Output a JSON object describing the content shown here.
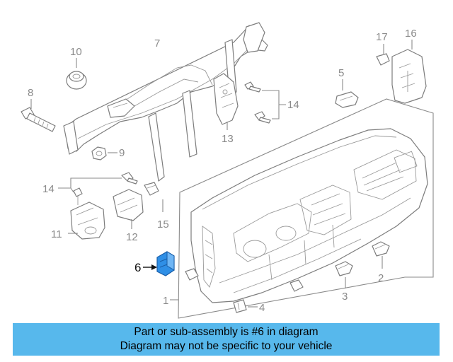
{
  "diagram": {
    "callouts": {
      "c1": "1",
      "c2": "2",
      "c3": "3",
      "c4": "4",
      "c5": "5",
      "c6": "6",
      "c7": "7",
      "c8": "8",
      "c9": "9",
      "c10": "10",
      "c11": "11",
      "c12": "12",
      "c13": "13",
      "c14a": "14",
      "c14b": "14",
      "c15": "15",
      "c16": "16",
      "c17": "17"
    },
    "highlighted_part": "6",
    "highlight_color": "#2f8fe6",
    "line_color": "#8a8a8a"
  },
  "banner": {
    "line1": "Part or sub-assembly is #6 in diagram",
    "line2": "Diagram may not be specific to your vehicle",
    "background": "#57b8ec"
  }
}
